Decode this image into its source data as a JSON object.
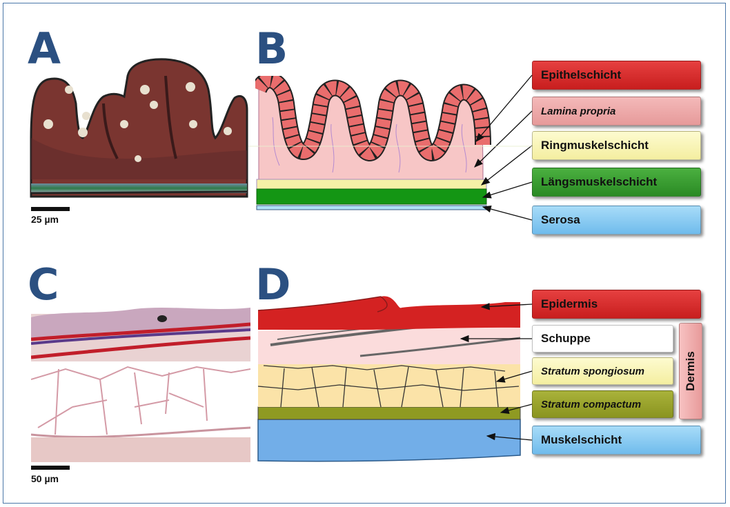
{
  "panels": {
    "a": "A",
    "b": "B",
    "c": "C",
    "d": "D"
  },
  "scale_bars": {
    "top": "25 µm",
    "bottom": "50 µm"
  },
  "labels_top": {
    "epithel": "Epithelschicht",
    "lamina": "Lamina propria",
    "ring": "Ringmuskelschicht",
    "laengs": "Längsmuskelschicht",
    "serosa": "Serosa"
  },
  "labels_bottom": {
    "epidermis": "Epidermis",
    "schuppe": "Schuppe",
    "spongiosum": "Stratum spongiosum",
    "compactum": "Stratum compactum",
    "muskel": "Muskelschicht",
    "dermis": "Dermis"
  },
  "colors": {
    "epithel": "#d42c2c",
    "lamina": "#f2b0b0",
    "ring": "#faf6b8",
    "laengs": "#3a9a2e",
    "serosa": "#8ecdf0",
    "schuppe": "#ffffff",
    "spongiosum": "#fdf7c0",
    "compactum": "#9aa22a",
    "muskel": "#7fb7ea",
    "dermis": "#f2b2b2",
    "letters": "#2b5081"
  }
}
